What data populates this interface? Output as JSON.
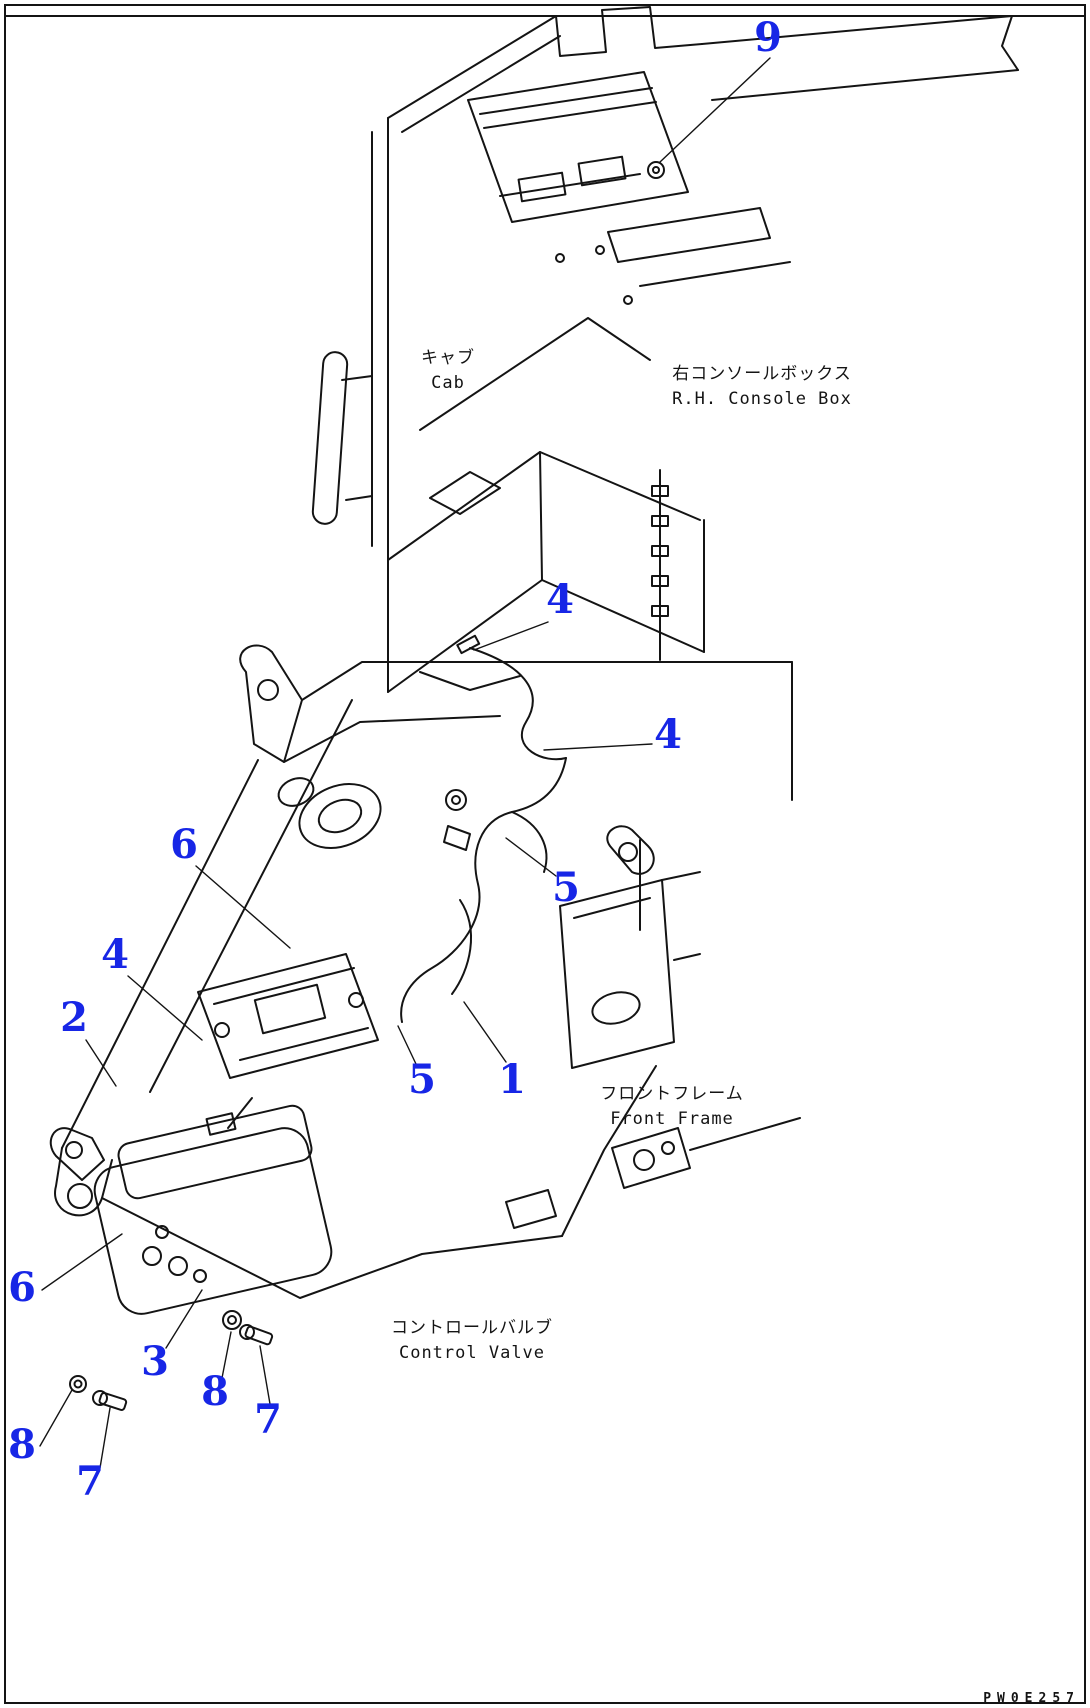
{
  "page": {
    "type": "parts-catalog-diagram",
    "drawing_number": "PW0E257",
    "colors": {
      "callout_blue": "#1726e6",
      "line_black": "#141414",
      "background": "#ffffff"
    }
  },
  "labels": {
    "cab": {
      "jp": "キャブ",
      "en": "Cab"
    },
    "console_box": {
      "jp": "右コンソールボックス",
      "en": "R.H. Console Box"
    },
    "front_frame": {
      "jp": "フロントフレーム",
      "en": "Front Frame"
    },
    "control_valve": {
      "jp": "コントロールバルブ",
      "en": "Control Valve"
    }
  },
  "callouts": [
    {
      "label": "9"
    },
    {
      "label": "4"
    },
    {
      "label": "4"
    },
    {
      "label": "5"
    },
    {
      "label": "6"
    },
    {
      "label": "4"
    },
    {
      "label": "2"
    },
    {
      "label": "5"
    },
    {
      "label": "1"
    },
    {
      "label": "6"
    },
    {
      "label": "3"
    },
    {
      "label": "8"
    },
    {
      "label": "7"
    },
    {
      "label": "8"
    },
    {
      "label": "7"
    }
  ]
}
